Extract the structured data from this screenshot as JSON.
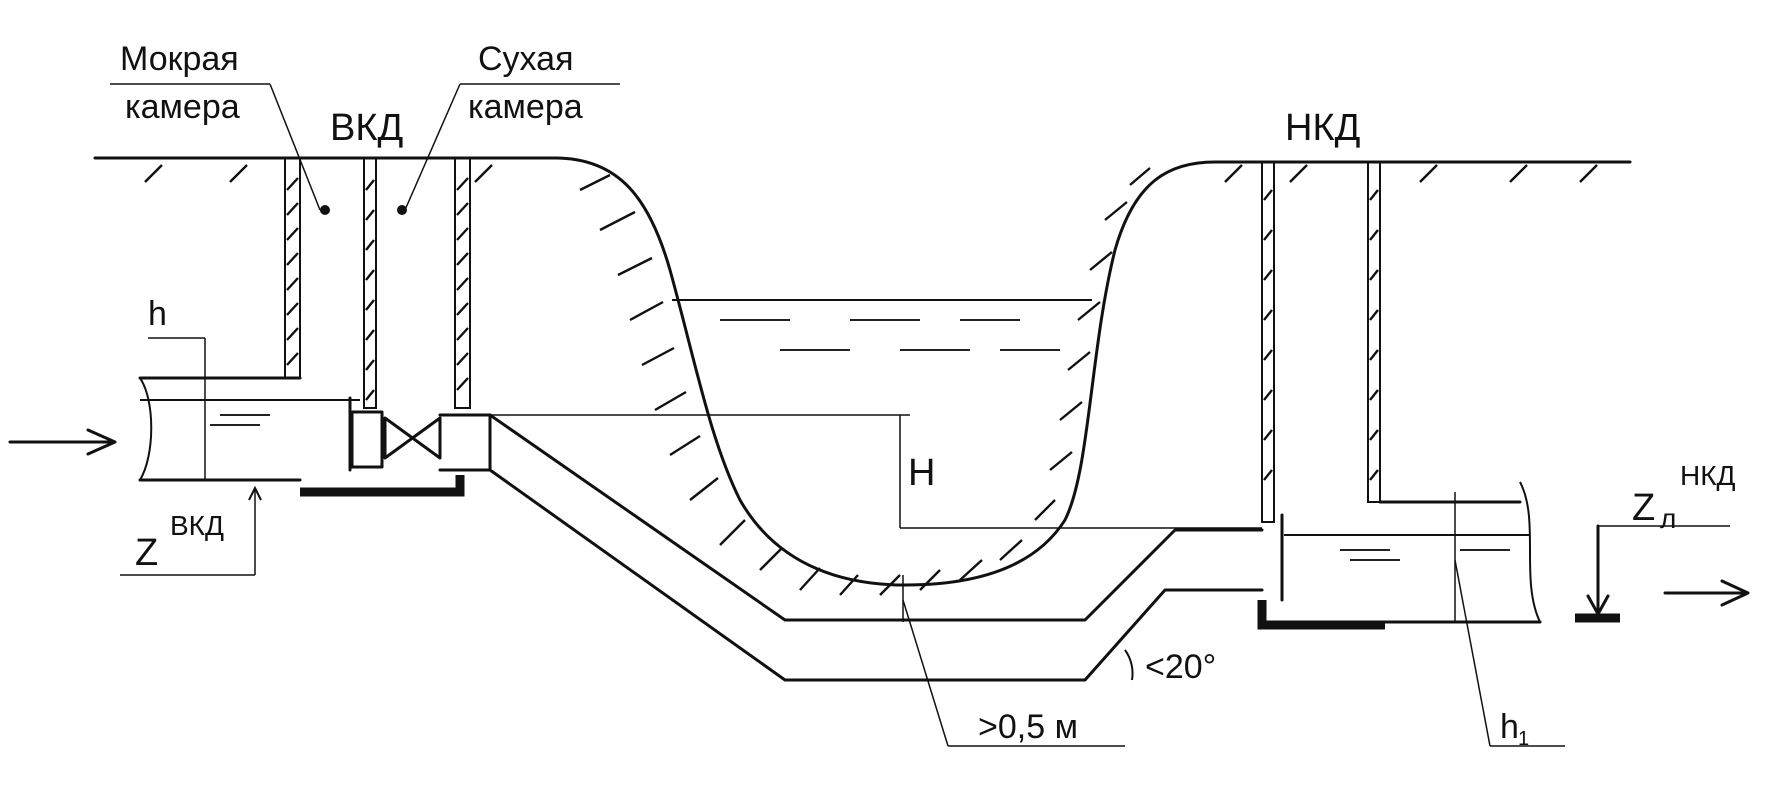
{
  "labels": {
    "wet_chamber_line1": "Мокрая",
    "wet_chamber_line2": "камера",
    "dry_chamber_line1": "Сухая",
    "dry_chamber_line2": "камера",
    "upstream_well": "ВКД",
    "downstream_well": "НКД",
    "small_depth": "h",
    "head": "H",
    "z_upstream_base": "Z",
    "z_upstream_sup": "ВКД",
    "z_downstream_base": "Z",
    "z_downstream_sub": "л",
    "z_downstream_sup": "НКД",
    "cover_depth": ">0,5 м",
    "slope_angle": "<20°",
    "outlet_depth_base": "h",
    "outlet_depth_sub": "1"
  }
}
